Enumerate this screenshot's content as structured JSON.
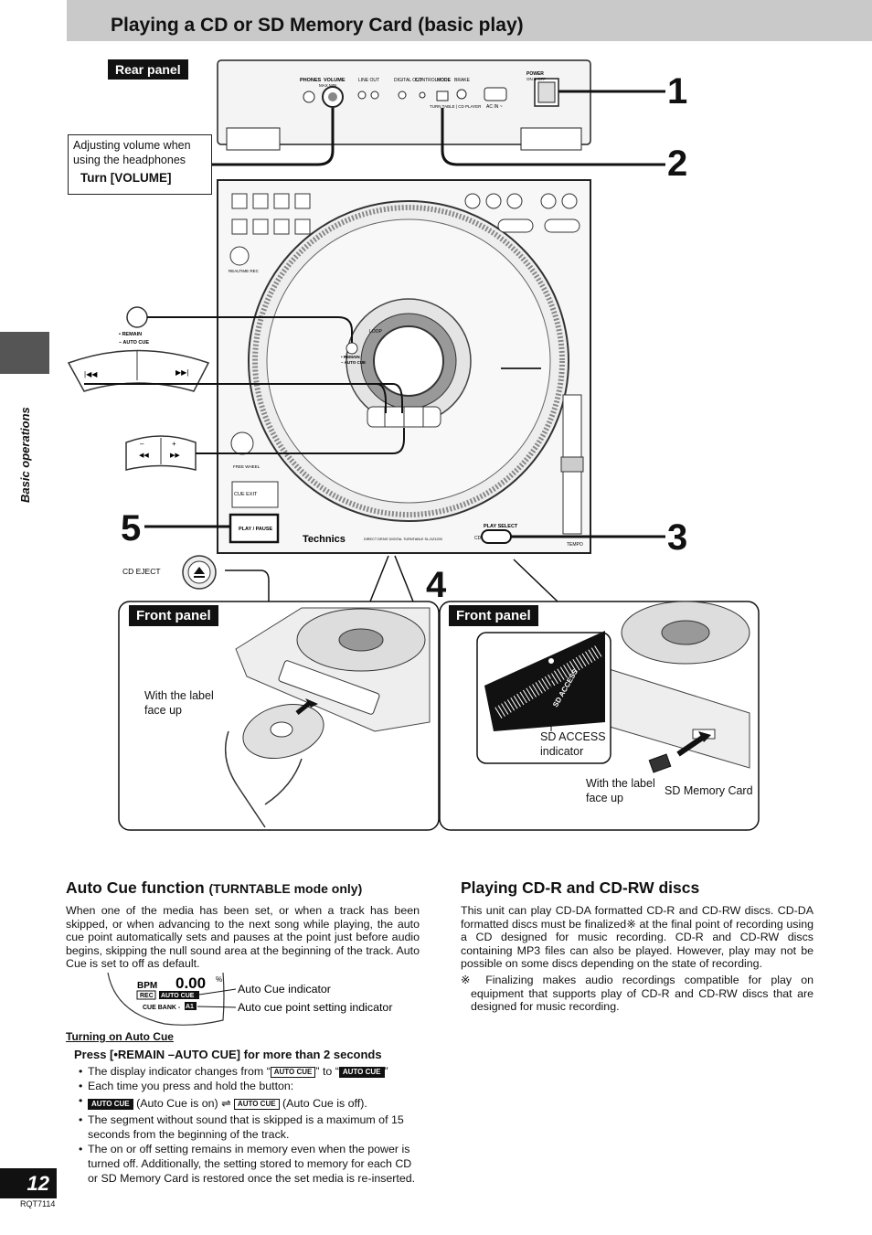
{
  "header": {
    "title": "Playing a CD or SD Memory Card (basic play)"
  },
  "sidebar": {
    "label": "Basic operations"
  },
  "steps": [
    "1",
    "2",
    "3",
    "4",
    "5"
  ],
  "rear_panel": {
    "label": "Rear panel",
    "labels": {
      "phones": "PHONES",
      "volume": "VOLUME",
      "volume_range": "MAX  MIN",
      "line_out": "LINE OUT",
      "digital_out": "DIGITAL OUT",
      "control": "CONTROL",
      "mode": "MODE",
      "brake": "BRAKE",
      "mode_options": "TURN TABLE | CD PLAYER",
      "ac_in": "AC IN ~",
      "power": "POWER",
      "power_state": "ON ■ OFF"
    }
  },
  "callout": {
    "text": "Adjusting volume when using the headphones",
    "action": "Turn [VOLUME]"
  },
  "top_panel": {
    "buttons": {
      "remain": "• REMAIN",
      "auto_cue": "– AUTO CUE",
      "cue_exit": "CUE EXIT",
      "play_pause": "PLAY / PAUSE",
      "play_select": "PLAY SELECT",
      "cd": "CD",
      "realtime_rec": "REALTIME REC",
      "free_wheel": "FREE WHEEL",
      "loop": "LOOP",
      "tempo": "TEMPO",
      "brand": "Technics",
      "model": "DIRECT DRIVE DIGITAL TURNTABLE SL-DZ1200"
    }
  },
  "cd_eject_label": "CD EJECT",
  "front_panel_cd": {
    "label": "Front panel",
    "caption": "With the label face up"
  },
  "front_panel_sd": {
    "label": "Front panel",
    "indicator_text": "SD ACCESS",
    "indicator_caption": "SD ACCESS indicator",
    "card_caption": "With the label face up",
    "card_name": "SD Memory Card"
  },
  "auto_cue": {
    "title": "Auto Cue function",
    "title_sub": "(TURNTABLE mode only)",
    "paragraph": "When one of the media has been set, or when a track has been skipped, or when advancing to the next song while playing, the auto cue point automatically sets and pauses at the point just before audio begins, skipping the null sound area at the beginning of the track. Auto Cue is set to off as default.",
    "display": {
      "bpm_label": "BPM",
      "bpm_value": "0.00",
      "bpm_unit": "%",
      "rec": "REC",
      "auto_cue": "AUTO CUE",
      "cue_bank": "CUE BANK -",
      "cue_bank_value": "A1"
    },
    "display_callouts": [
      "Auto Cue indicator",
      "Auto cue point setting indicator"
    ],
    "turning_on_title": "Turning on Auto Cue",
    "instruction": "Press [•REMAIN –AUTO CUE] for more than 2 seconds",
    "bullet1_pre": "The display indicator changes from “",
    "bullet1_mid": "” to “",
    "bullet1_post": "”",
    "bullet2": "Each time you press and hold the button:",
    "toggle_on": "(Auto Cue is on)",
    "toggle_off": "(Auto Cue is off).",
    "badge_text": "AUTO CUE",
    "bullet3": "The segment without sound that is skipped is a maximum of 15 seconds from the beginning of the track.",
    "bullet4": "The on or off setting remains in memory even when the power is turned off. Additionally, the setting stored to memory for each CD or SD Memory Card is restored once the set media is re-inserted."
  },
  "cdr": {
    "title": "Playing CD-R and CD-RW discs",
    "paragraph": "This unit can play CD-DA formatted CD-R and CD-RW discs. CD-DA formatted discs must be finalized※ at the final point of recording using a CD designed for music recording. CD-R and CD-RW discs containing MP3 files can also be played. However, play may not be possible on some discs depending on the state of recording.",
    "note": "※ Finalizing makes audio recordings compatible for play on equipment that supports play of CD-R and CD-RW discs that are designed for music recording."
  },
  "footer": {
    "page_number": "12",
    "model_code": "RQT7114"
  }
}
